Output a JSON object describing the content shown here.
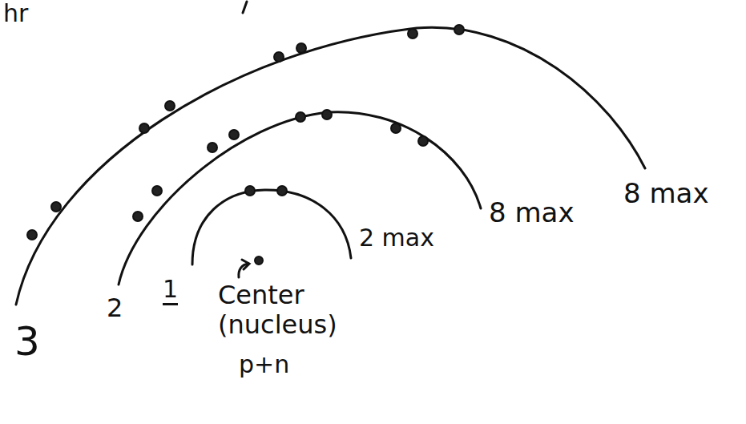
{
  "diagram": {
    "labels": [
      "hr",
      "3",
      "2",
      "1",
      "Center (nucleus)",
      "p+n",
      "2 max",
      "8 max",
      "8 max"
    ]
  }
}
